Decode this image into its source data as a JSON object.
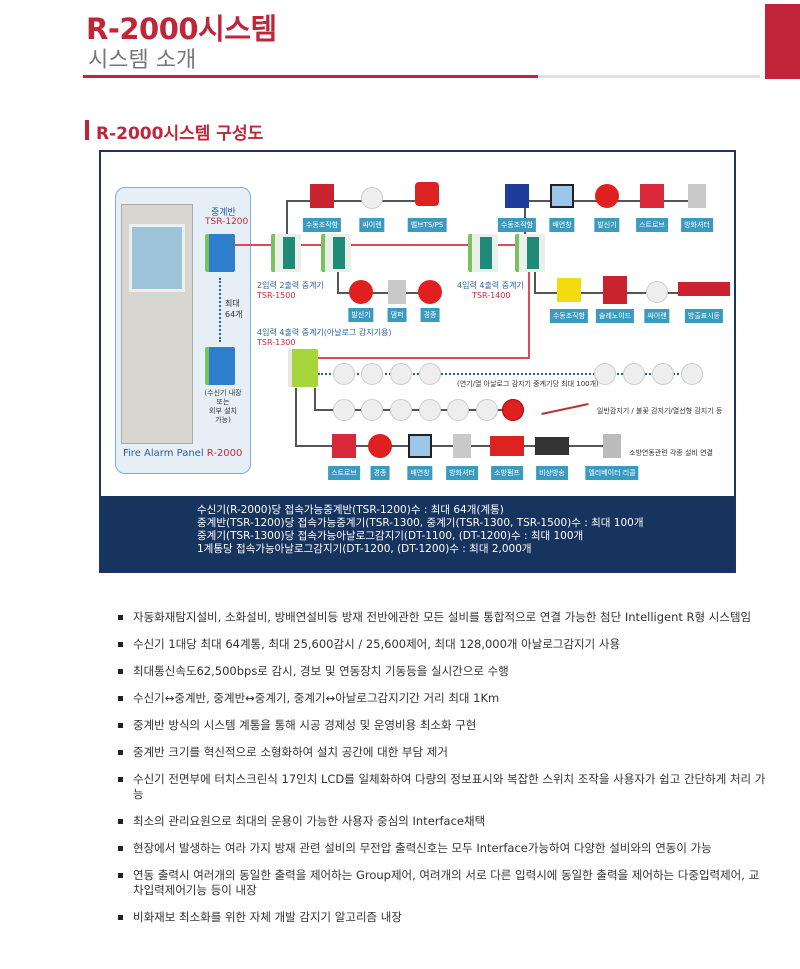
{
  "header": {
    "title": "R-2000시스템",
    "subtitle": "시스템 소개"
  },
  "section": {
    "title": "R-2000시스템 구성도"
  },
  "diagram": {
    "panel": {
      "relay_board": "중계반",
      "relay_board_model": "TSR-1200",
      "max": "최대",
      "max_count": "64개",
      "note_lines": [
        "(수신기 내장",
        "또는",
        "외부 설치",
        "가능)"
      ],
      "name": "Fire Alarm Panel",
      "model": "R-2000"
    },
    "tsr1500": {
      "label": "2입력 2출력 중계기",
      "model": "TSR-1500"
    },
    "tsr1400": {
      "label": "4입력 4출력 중계기",
      "model": "TSR-1400"
    },
    "tsr1300": {
      "label": "4입력 4출력 중계기(아날로그 감지기용)",
      "model": "TSR-1300"
    },
    "row_a": [
      "수동조작함",
      "싸이렌",
      "밸브TS/PS"
    ],
    "row_b": [
      "발신기",
      "댐퍼",
      "경종"
    ],
    "row_c": [
      "수동조작함",
      "배연창",
      "발신기",
      "스트로브",
      "방화셔터"
    ],
    "row_d": [
      "수동조작함",
      "솔레노이드",
      "싸이렌",
      "방출표시등"
    ],
    "row_e": [
      "스트로브",
      "경종",
      "배연창",
      "방화셔터",
      "소방펌프",
      "비상방송",
      "엘리베이터 리콜"
    ],
    "analog_caption": "(연기/열 아날로그 감지기  중계기당 최대 100개)",
    "general_caption": "일반감지기 / 불꽃 감지기/열선형 감지기 등",
    "linkage_caption": "소방연동관련 각종 설비 연결",
    "specs": [
      "수신기(R-2000)당 접속가능중계반(TSR-1200)수 : 최대 64개(계통)",
      "중계반(TSR-1200)당 접속가능중계기(TSR-1300, 중계기(TSR-1300, TSR-1500)수 : 최대 100개",
      "중계기(TSR-1300)당 접속가능아날로그감지기(DT-1100, (DT-1200)수 : 최대 100개",
      "1계통당 접속가능아날로그감지기(DT-1200, (DT-1200)수 : 최대 2,000개"
    ]
  },
  "features": [
    "자동화재탐지설비, 소화설비, 방배연설비등 방재 전반에관한 모든 설비를 통합적으로 연결 가능한 첨단 Intelligent R형 시스템임",
    "수신기 1대당 최대 64계통, 최대 25,600감시 / 25,600제어, 최대 128,000개 아날로그감지기 사용",
    "최대통신속도62,500bps로 감시, 경보 및 연동장치 기동등을 실시간으로 수행",
    "수신기↔중계반, 중계반↔중계기, 중계기↔아날로그감지기간 거리 최대 1Km",
    "중계반 방식의 시스템 계통을 통해 시공 경제성 및 운영비용 최소화 구현",
    "중계반 크기를 혁신적으로 소형화하여 설치 공간에 대한 부담 제거",
    "수신기 전면부에 터치스크린식 17인치 LCD를 일체화하여 다량의 정보표시와 복잡한 스위치 조작을 사용자가 쉽고 간단하게 처리 가능",
    "최소의 관리요원으로 최대의 운용이 가능한 사용자 중심의 Interface채택",
    "현장에서 발생하는 여라 가지 방재 관련 설비의 무전압 출력신호는 모두 Interface가능하여 다양한 설비와의 연동이 가능",
    "연동 출력시 여러개의 동일한 출력을 제어하는 Group제어, 여려개의 서로 다른 입력시에 동일한 출력을 제어하는 다중입력제어, 교차입력제어기능 등이 내장",
    "비화재보 최소화를 위한 자체 개발 감지기 알고리즘 내장"
  ],
  "colors": {
    "brand_red": "#c0253a",
    "navy": "#17345f",
    "chip": "#3a9bbf"
  }
}
